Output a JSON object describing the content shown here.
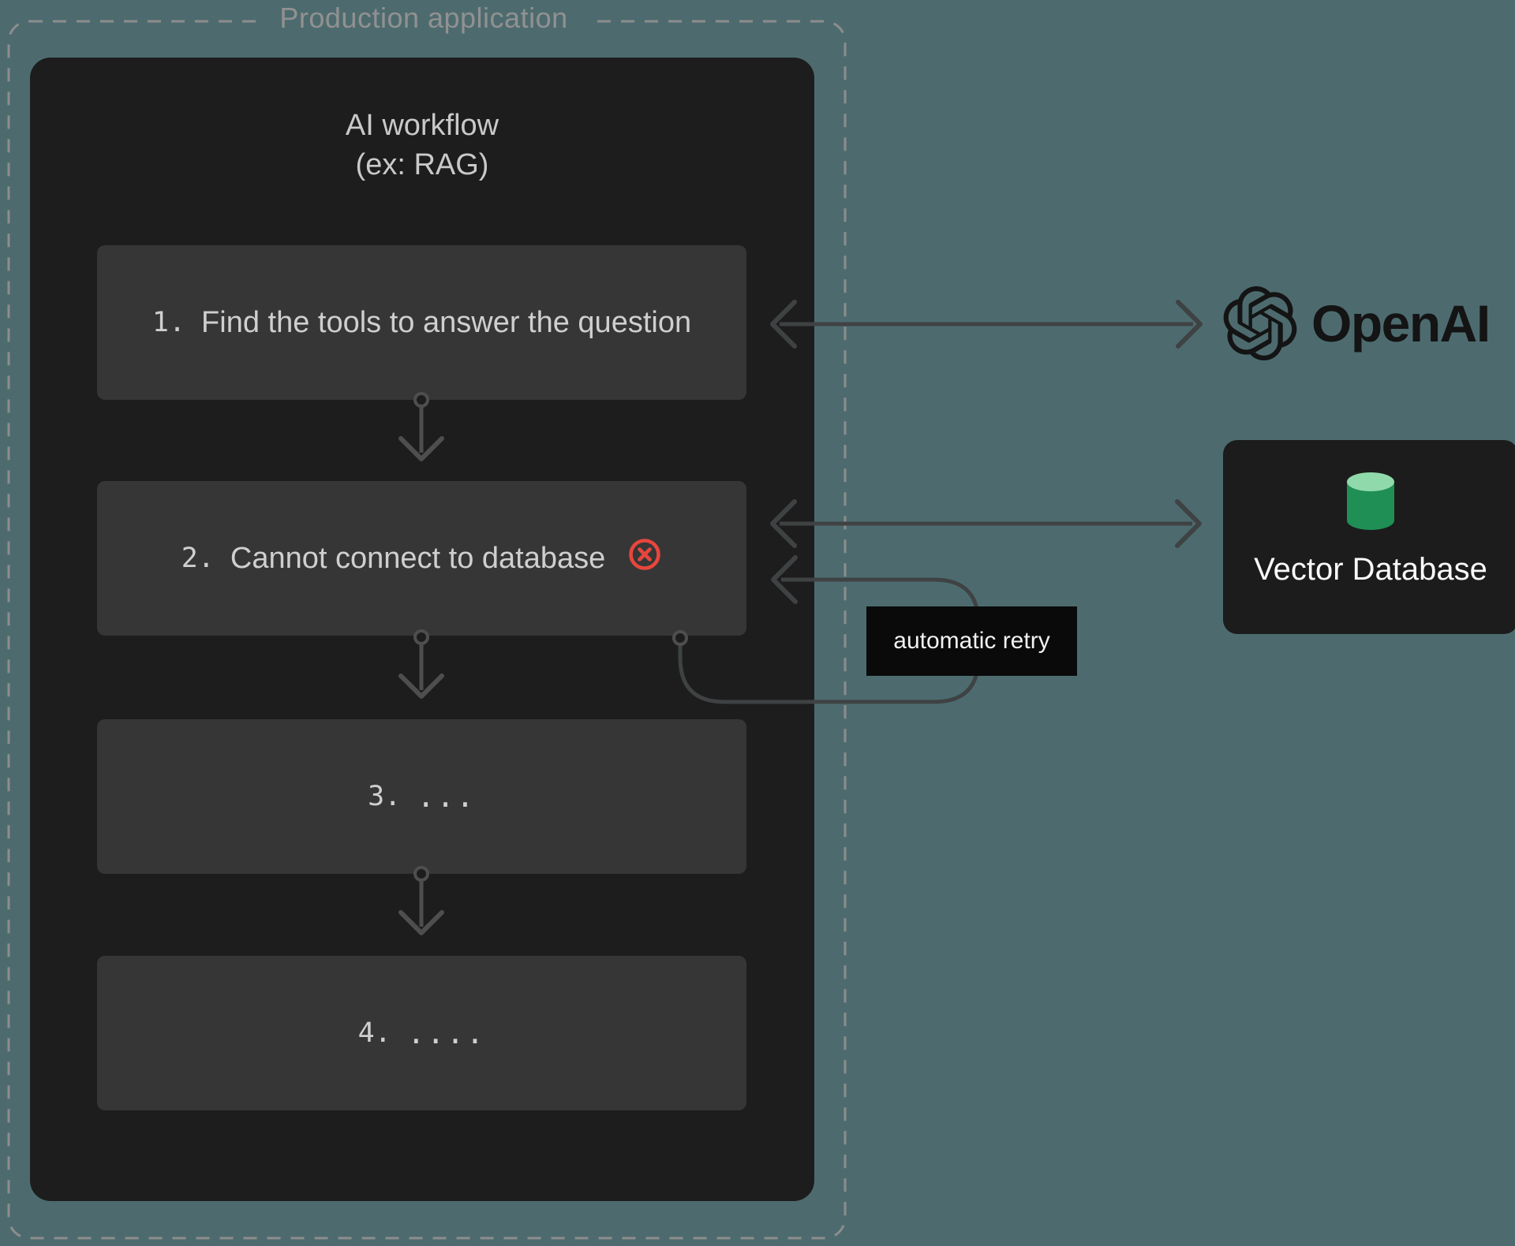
{
  "production": {
    "label": "Production application"
  },
  "workflow": {
    "title_line1": "AI workflow",
    "title_line2": "(ex: RAG)",
    "steps": [
      {
        "num": "1.",
        "label": "Find the tools to answer the question",
        "error": false
      },
      {
        "num": "2.",
        "label": "Cannot connect to database",
        "error": true
      },
      {
        "num": "3.",
        "label": "...",
        "error": false
      },
      {
        "num": "4.",
        "label": "....",
        "error": false
      }
    ]
  },
  "annotations": {
    "retry_label": "automatic retry"
  },
  "services": {
    "openai": {
      "label": "OpenAI"
    },
    "vector_db": {
      "label": "Vector Database"
    }
  },
  "colors": {
    "background": "#4D6B6F",
    "panel": "#1D1D1D",
    "step_box": "#363636",
    "dashed_border": "#8D8D8D",
    "connector": "#3F4243",
    "error_red": "#E8463D",
    "retry_bg": "#0A0A0A",
    "db_green": "#1F8F55",
    "db_green_light": "#90D9AB"
  }
}
